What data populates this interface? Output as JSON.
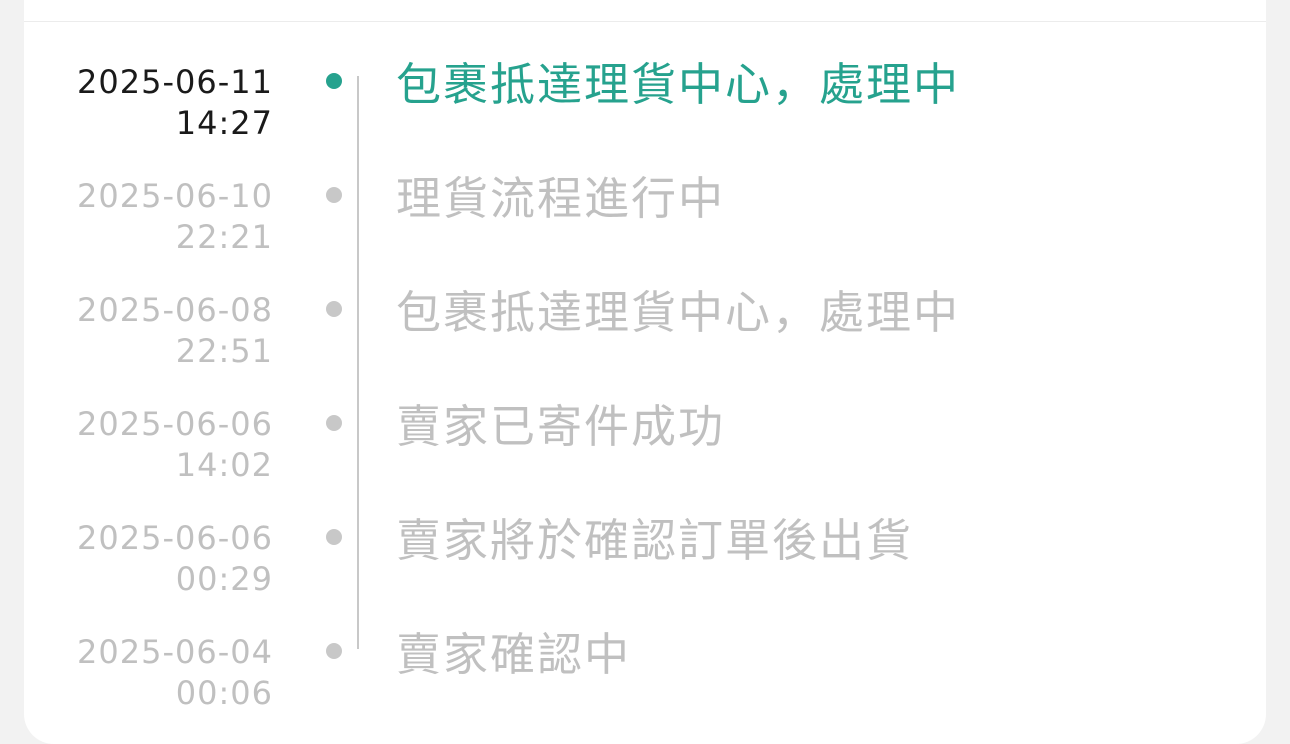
{
  "colors": {
    "accent": "#26a28e",
    "inactive": "#c0c0c0",
    "active_time": "#1a1a1a",
    "background": "#f2f2f2",
    "card": "#ffffff"
  },
  "timeline": {
    "events": [
      {
        "date": "2025-06-11",
        "time": "14:27",
        "status": "包裹抵達理貨中心，處理中",
        "active": true
      },
      {
        "date": "2025-06-10",
        "time": "22:21",
        "status": "理貨流程進行中",
        "active": false
      },
      {
        "date": "2025-06-08",
        "time": "22:51",
        "status": "包裹抵達理貨中心，處理中",
        "active": false
      },
      {
        "date": "2025-06-06",
        "time": "14:02",
        "status": "賣家已寄件成功",
        "active": false
      },
      {
        "date": "2025-06-06",
        "time": "00:29",
        "status": "賣家將於確認訂單後出貨",
        "active": false
      },
      {
        "date": "2025-06-04",
        "time": "00:06",
        "status": "賣家確認中",
        "active": false
      }
    ]
  }
}
